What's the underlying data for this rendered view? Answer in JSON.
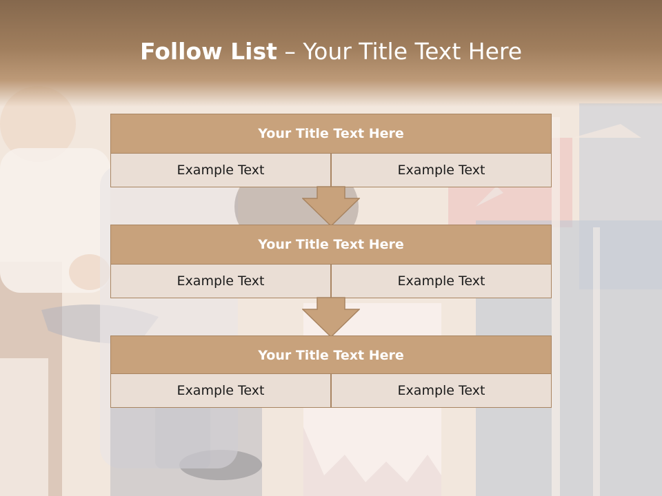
{
  "slide": {
    "title_bold": "Follow List",
    "title_rest": " – Your Title Text Here"
  },
  "steps": [
    {
      "title": "Your Title Text Here",
      "left": "Example Text",
      "right": "Example Text"
    },
    {
      "title": "Your Title Text Here",
      "left": "Example Text",
      "right": "Example Text"
    },
    {
      "title": "Your Title Text Here",
      "left": "Example Text",
      "right": "Example Text"
    }
  ],
  "colors": {
    "header": "#9c7a59",
    "box_title": "#c8a27c",
    "box_cell": "#eaded5",
    "border": "#a88461",
    "arrow": "#c8a27c"
  }
}
